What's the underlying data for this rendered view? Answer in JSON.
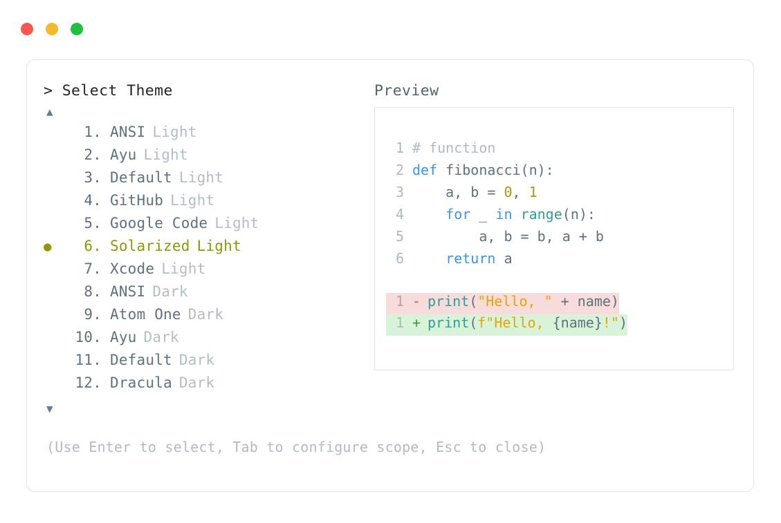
{
  "window": {
    "dots": [
      {
        "name": "close",
        "color": "#f9564f"
      },
      {
        "name": "minimize",
        "color": "#f6b92a"
      },
      {
        "name": "maximize",
        "color": "#21bf3e"
      }
    ]
  },
  "left_pane": {
    "title": "> Select Theme",
    "scroll_up_glyph": "▲",
    "scroll_down_glyph": "▼",
    "selected_bullet": "●",
    "selected_index": 6,
    "accent_color": "#8a9a00",
    "items": [
      {
        "number": "1.",
        "name": "ANSI",
        "variant": "Light",
        "selected": false,
        "bullet": ""
      },
      {
        "number": "2.",
        "name": "Ayu",
        "variant": "Light",
        "selected": false,
        "bullet": ""
      },
      {
        "number": "3.",
        "name": "Default",
        "variant": "Light",
        "selected": false,
        "bullet": ""
      },
      {
        "number": "4.",
        "name": "GitHub",
        "variant": "Light",
        "selected": false,
        "bullet": ""
      },
      {
        "number": "5.",
        "name": "Google Code",
        "variant": "Light",
        "selected": false,
        "bullet": ""
      },
      {
        "number": "6.",
        "name": "Solarized",
        "variant": "Light",
        "selected": true,
        "bullet": "●"
      },
      {
        "number": "7.",
        "name": "Xcode",
        "variant": "Light",
        "selected": false,
        "bullet": ""
      },
      {
        "number": "8.",
        "name": "ANSI",
        "variant": "Dark",
        "selected": false,
        "bullet": ""
      },
      {
        "number": "9.",
        "name": "Atom One",
        "variant": "Dark",
        "selected": false,
        "bullet": ""
      },
      {
        "number": "10.",
        "name": "Ayu",
        "variant": "Dark",
        "selected": false,
        "bullet": ""
      },
      {
        "number": "11.",
        "name": "Default",
        "variant": "Dark",
        "selected": false,
        "bullet": ""
      },
      {
        "number": "12.",
        "name": "Dracula",
        "variant": "Dark",
        "selected": false,
        "bullet": ""
      }
    ]
  },
  "right_pane": {
    "title": "Preview",
    "code_lines": [
      {
        "no": "1",
        "tokens": [
          {
            "t": "# function",
            "c": "comment"
          }
        ]
      },
      {
        "no": "2",
        "tokens": [
          {
            "t": "def ",
            "c": "kw"
          },
          {
            "t": "fibonacci(n):",
            "c": "plain"
          }
        ]
      },
      {
        "no": "3",
        "tokens": [
          {
            "t": "    a, b = ",
            "c": "plain"
          },
          {
            "t": "0",
            "c": "num"
          },
          {
            "t": ", ",
            "c": "plain"
          },
          {
            "t": "1",
            "c": "num"
          }
        ]
      },
      {
        "no": "4",
        "tokens": [
          {
            "t": "    ",
            "c": "plain"
          },
          {
            "t": "for",
            "c": "kw"
          },
          {
            "t": " _ ",
            "c": "plain"
          },
          {
            "t": "in",
            "c": "kw"
          },
          {
            "t": " ",
            "c": "plain"
          },
          {
            "t": "range",
            "c": "builtin"
          },
          {
            "t": "(n):",
            "c": "plain"
          }
        ]
      },
      {
        "no": "5",
        "tokens": [
          {
            "t": "        a, b = b, a + b",
            "c": "plain"
          }
        ]
      },
      {
        "no": "6",
        "tokens": [
          {
            "t": "    ",
            "c": "plain"
          },
          {
            "t": "return",
            "c": "kw"
          },
          {
            "t": " a",
            "c": "plain"
          }
        ]
      }
    ],
    "diff_lines": [
      {
        "no": "1",
        "marker": "-",
        "kind": "del",
        "tokens": [
          {
            "t": "print",
            "c": "builtin"
          },
          {
            "t": "(",
            "c": "plain"
          },
          {
            "t": "\"Hello, \"",
            "c": "str"
          },
          {
            "t": " + name)",
            "c": "plain"
          }
        ]
      },
      {
        "no": "1",
        "marker": "+",
        "kind": "add",
        "tokens": [
          {
            "t": "print",
            "c": "builtin"
          },
          {
            "t": "(",
            "c": "plain"
          },
          {
            "t": "f\"Hello, ",
            "c": "str"
          },
          {
            "t": "{name}",
            "c": "plain"
          },
          {
            "t": "!\"",
            "c": "str"
          },
          {
            "t": ")",
            "c": "plain"
          }
        ]
      }
    ]
  },
  "footer": {
    "hint": "(Use Enter to select, Tab to configure scope, Esc to close)"
  }
}
